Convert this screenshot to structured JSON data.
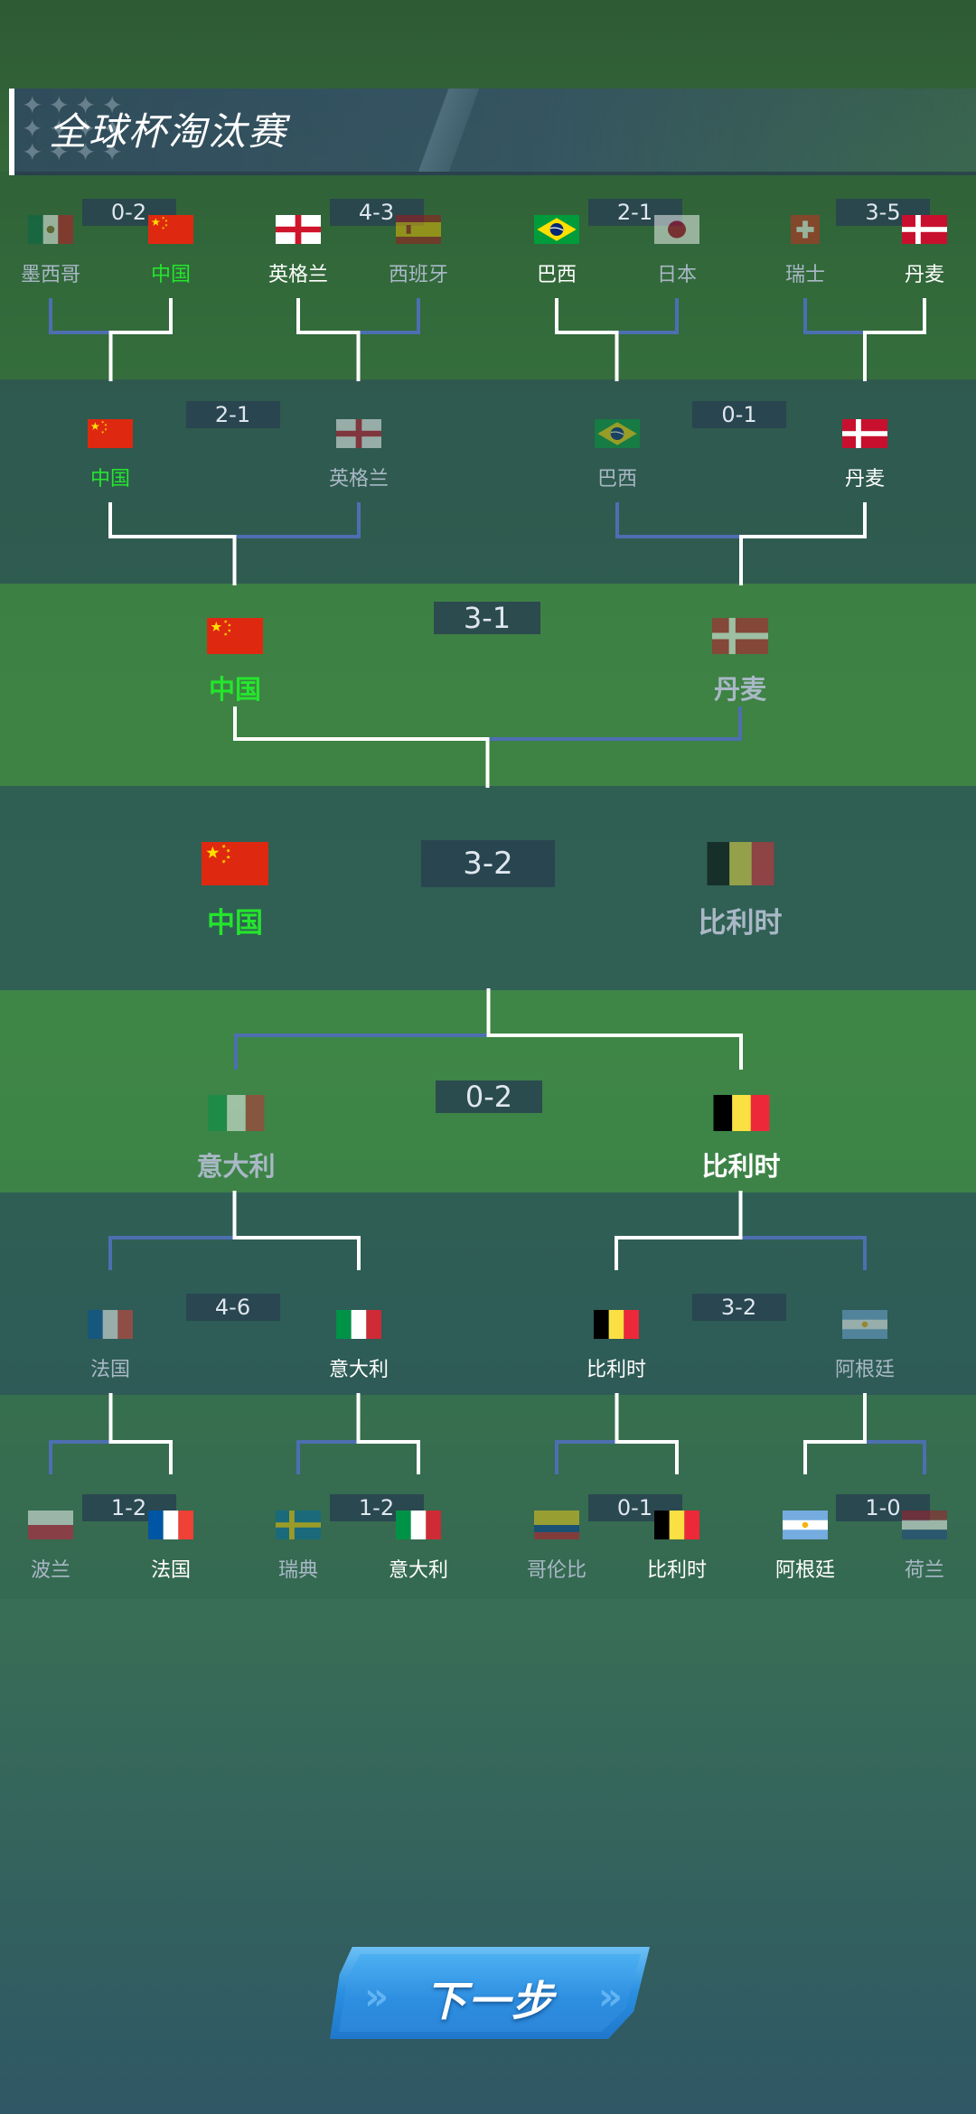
{
  "header": {
    "title": "全球杯淘汰赛"
  },
  "bracket": {
    "top_r16": [
      {
        "score": "0-2",
        "left": {
          "name": "墨西哥",
          "flag": "mexico-flag"
        },
        "right": {
          "name": "中国",
          "flag": "china-flag"
        },
        "winner": "right"
      },
      {
        "score": "4-3",
        "left": {
          "name": "英格兰",
          "flag": "england-flag"
        },
        "right": {
          "name": "西班牙",
          "flag": "spain-flag"
        },
        "winner": "left"
      },
      {
        "score": "2-1",
        "left": {
          "name": "巴西",
          "flag": "brazil-flag"
        },
        "right": {
          "name": "日本",
          "flag": "japan-flag"
        },
        "winner": "left"
      },
      {
        "score": "3-5",
        "left": {
          "name": "瑞士",
          "flag": "switzerland-flag"
        },
        "right": {
          "name": "丹麦",
          "flag": "denmark-flag"
        },
        "winner": "right"
      }
    ],
    "top_qf": [
      {
        "score": "2-1",
        "left": {
          "name": "中国",
          "flag": "china-flag"
        },
        "right": {
          "name": "英格兰",
          "flag": "england-flag"
        },
        "winner": "left"
      },
      {
        "score": "0-1",
        "left": {
          "name": "巴西",
          "flag": "brazil-flag"
        },
        "right": {
          "name": "丹麦",
          "flag": "denmark-flag"
        },
        "winner": "right"
      }
    ],
    "top_sf": {
      "score": "3-1",
      "left": {
        "name": "中国",
        "flag": "china-flag"
      },
      "right": {
        "name": "丹麦",
        "flag": "denmark-flag"
      },
      "winner": "left"
    },
    "final": {
      "score": "3-2",
      "left": {
        "name": "中国",
        "flag": "china-flag"
      },
      "right": {
        "name": "比利时",
        "flag": "belgium-flag"
      },
      "winner": "left"
    },
    "bottom_sf": {
      "score": "0-2",
      "left": {
        "name": "意大利",
        "flag": "italy-flag"
      },
      "right": {
        "name": "比利时",
        "flag": "belgium-flag"
      },
      "winner": "right"
    },
    "bottom_qf": [
      {
        "score": "4-6",
        "left": {
          "name": "法国",
          "flag": "france-flag"
        },
        "right": {
          "name": "意大利",
          "flag": "italy-flag"
        },
        "winner": "right"
      },
      {
        "score": "3-2",
        "left": {
          "name": "比利时",
          "flag": "belgium-flag"
        },
        "right": {
          "name": "阿根廷",
          "flag": "argentina-flag"
        },
        "winner": "left"
      }
    ],
    "bottom_r16": [
      {
        "score": "1-2",
        "left": {
          "name": "波兰",
          "flag": "poland-flag"
        },
        "right": {
          "name": "法国",
          "flag": "france-flag"
        },
        "winner": "right"
      },
      {
        "score": "1-2",
        "left": {
          "name": "瑞典",
          "flag": "sweden-flag"
        },
        "right": {
          "name": "意大利",
          "flag": "italy-flag"
        },
        "winner": "right"
      },
      {
        "score": "0-1",
        "left": {
          "name": "哥伦比",
          "flag": "colombia-flag"
        },
        "right": {
          "name": "比利时",
          "flag": "belgium-flag"
        },
        "winner": "right"
      },
      {
        "score": "1-0",
        "left": {
          "name": "阿根廷",
          "flag": "argentina-flag"
        },
        "right": {
          "name": "荷兰",
          "flag": "netherlands-flag"
        },
        "winner": "left"
      }
    ]
  },
  "user_team": "中国",
  "colors": {
    "champion_text": "#25e52d",
    "winner_text": "#ffffff",
    "loser_text": "#a9b8c6",
    "winner_line": "#ffffff",
    "loser_line": "#4d6fb1",
    "button": "#2d8ee0"
  },
  "next_button": {
    "label": "下一步"
  }
}
